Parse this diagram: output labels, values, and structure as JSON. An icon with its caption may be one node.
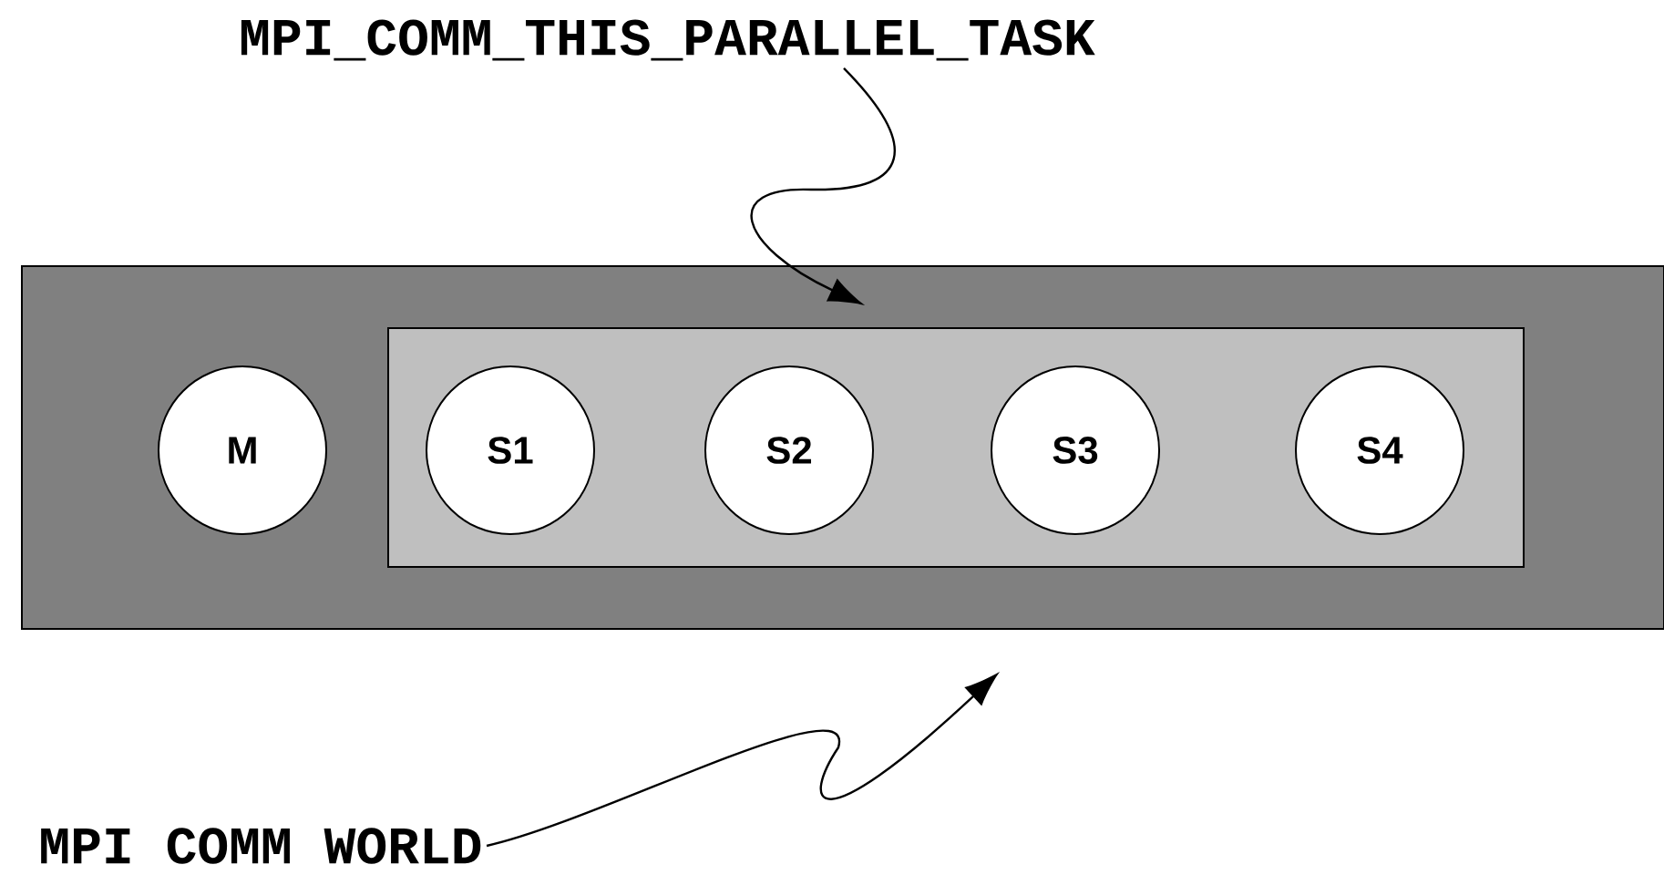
{
  "diagram": {
    "nodes": [
      {
        "text": [
          "MPI_COMM_THIS_PARALLEL_TASK"
        ]
      },
      {
        "text": [],
        "shape": "box"
      },
      {
        "text": [],
        "shape": "box",
        "in": 1
      },
      {
        "text": [
          "M"
        ],
        "in": 1
      },
      {
        "text": [
          "S1"
        ],
        "in": 2
      },
      {
        "text": [
          "S2"
        ],
        "in": 2
      },
      {
        "text": [
          "S3"
        ],
        "in": 2
      },
      {
        "text": [
          "S4"
        ],
        "in": 2
      },
      {
        "text": [
          "MPI COMM WORLD"
        ]
      }
    ],
    "edges": [
      {
        "from": 0,
        "to": 2,
        "arrow": "to"
      },
      {
        "from": 8,
        "to": 1,
        "arrow": "to"
      }
    ]
  }
}
